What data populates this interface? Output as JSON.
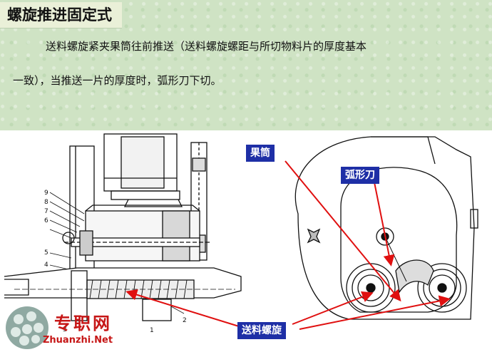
{
  "title": "螺旋推进固定式",
  "paragraph": {
    "line1": "送料螺旋紧夹果筒往前推送（送料螺旋螺距与所切物料片的厚度基本",
    "line2": "一致），当推送一片的厚度时，弧形刀下切。"
  },
  "labels": {
    "guotong": "果筒",
    "huxing_dao": "弧形刀",
    "songliao_luoxuan": "送料螺旋"
  },
  "part_numbers": [
    "9",
    "8",
    "7",
    "6",
    "5",
    "4",
    "1",
    "2",
    "3"
  ],
  "watermark": {
    "cn": "专职网",
    "en": "Zhuanzhi.Net"
  },
  "colors": {
    "label_bg": "#1e2fa6",
    "arrow": "#e01010",
    "watermark": "#c61616"
  }
}
